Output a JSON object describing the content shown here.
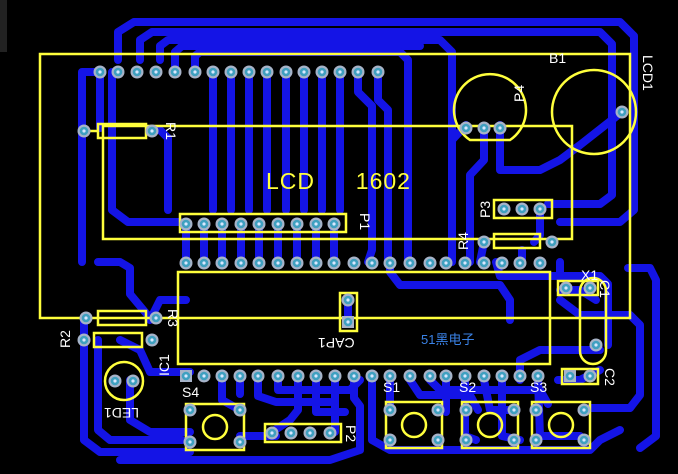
{
  "board": {
    "background": "#000000",
    "trace_color": "#1414e6",
    "silkscreen_color": "#ffff3c",
    "pad_color": "#4fa2c8"
  },
  "lcd": {
    "title": "LCD",
    "model": "1602",
    "ref": "LCD1"
  },
  "labels": {
    "b1": "B1",
    "lcd1": "LCD1",
    "p4": "P4",
    "r1": "R1",
    "p1": "P1",
    "p3": "P3",
    "r4": "R4",
    "x1": "X1",
    "c1": "C1",
    "r3": "R3",
    "r2": "R2",
    "cap1": "CAP1",
    "ic1": "IC1",
    "led1": "LED1",
    "c2": "C2",
    "s4": "S4",
    "s1": "S1",
    "s2": "S2",
    "s3": "S3",
    "p2": "P2",
    "brand": "51黑电子"
  }
}
